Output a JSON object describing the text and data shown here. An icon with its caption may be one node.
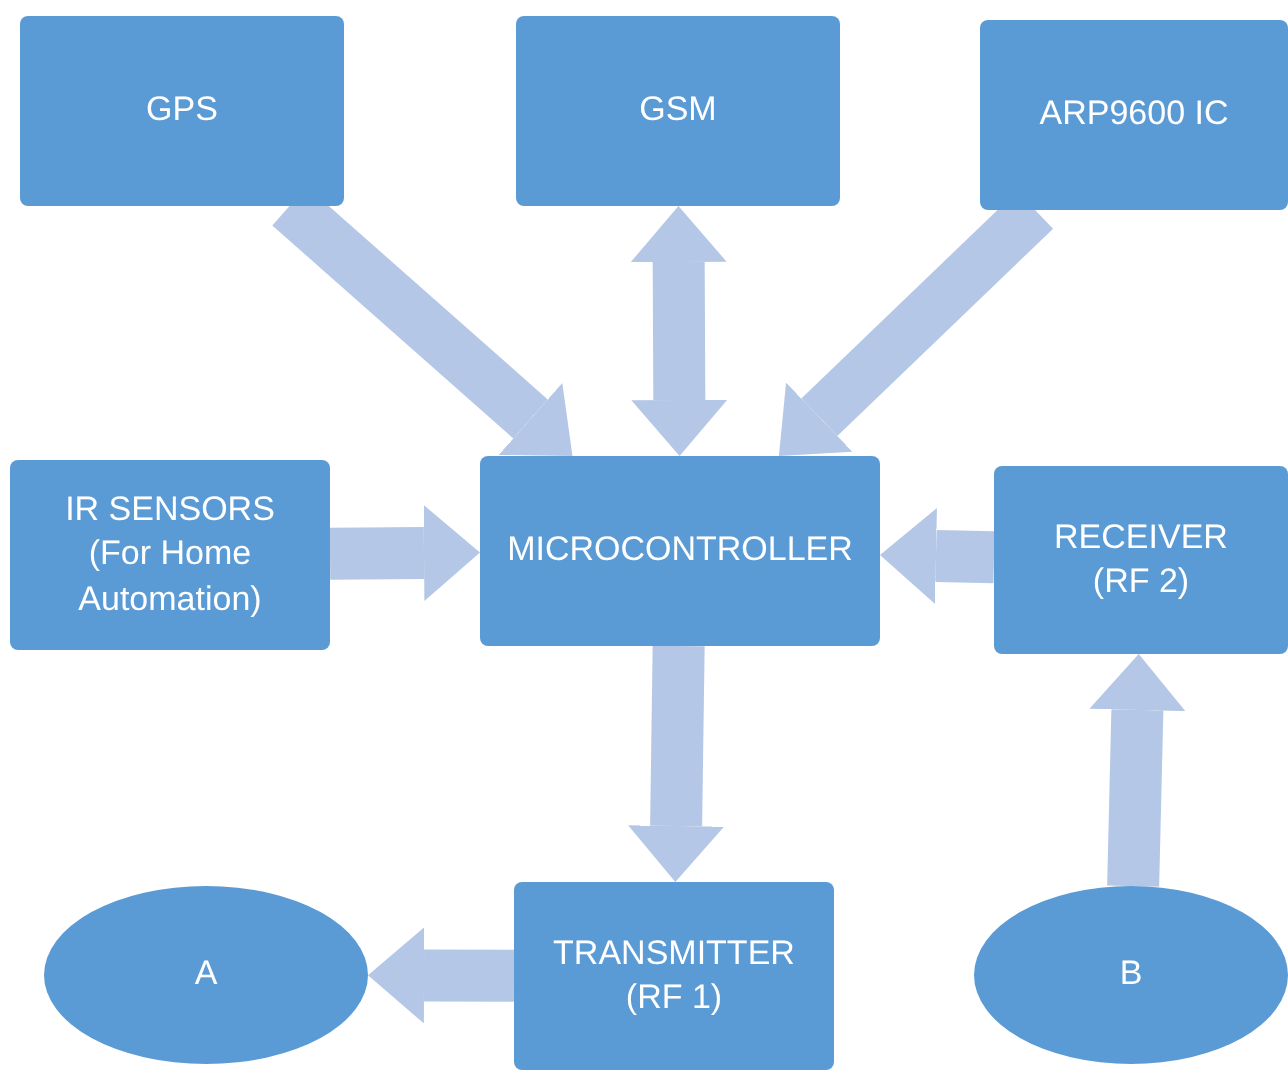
{
  "diagram": {
    "nodes": [
      {
        "text": [
          "GPS"
        ]
      },
      {
        "text": [
          "GSM"
        ]
      },
      {
        "text": [
          "ARP9600 IC"
        ]
      },
      {
        "text": [
          "IR SENSORS (For Home Automation)"
        ]
      },
      {
        "text": [
          "MICROCONTROLLER"
        ]
      },
      {
        "text": [
          "RECEIVER (RF 2)"
        ]
      },
      {
        "text": [
          "A"
        ]
      },
      {
        "text": [
          "TRANSMITTER (RF 1)"
        ]
      },
      {
        "text": [
          "B"
        ]
      }
    ],
    "edges": [
      {
        "from": 0,
        "to": 4,
        "arrow": "to"
      },
      {
        "from": 1,
        "to": 4,
        "arrow": "both"
      },
      {
        "from": 2,
        "to": 4,
        "arrow": "to"
      },
      {
        "from": 3,
        "to": 4,
        "arrow": "to"
      },
      {
        "from": 5,
        "to": 4,
        "arrow": "to"
      },
      {
        "from": 4,
        "to": 7,
        "arrow": "to"
      },
      {
        "from": 7,
        "to": 6,
        "arrow": "to"
      },
      {
        "from": 8,
        "to": 5,
        "arrow": "to"
      }
    ]
  }
}
